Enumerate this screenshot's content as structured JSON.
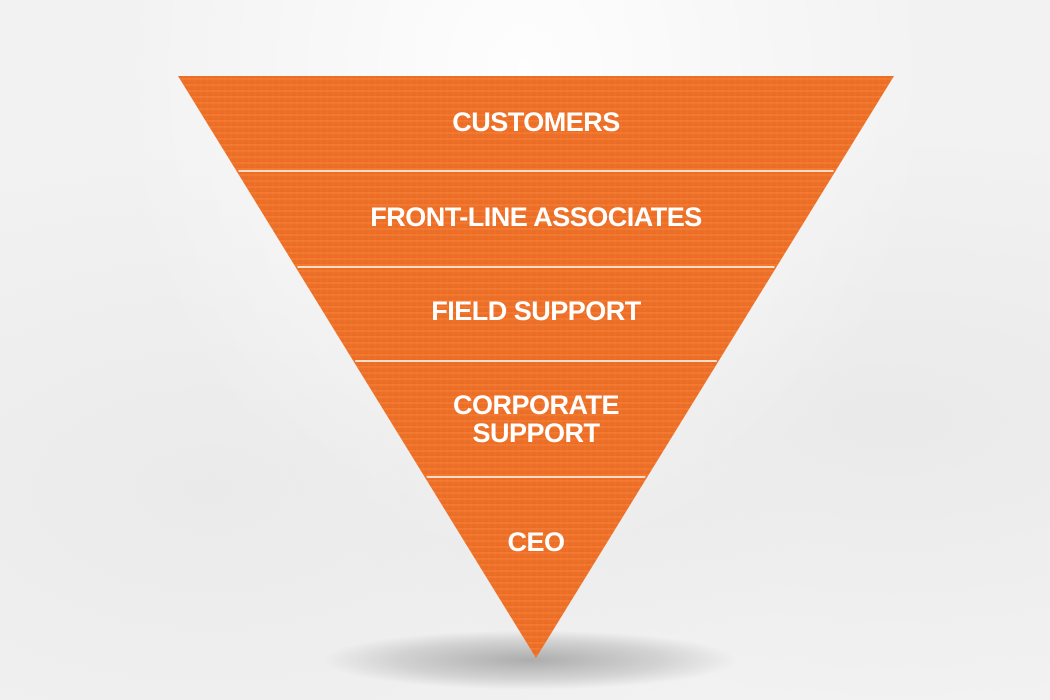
{
  "diagram": {
    "colors": {
      "fill": "#f07028",
      "fill_dark": "#e0621d",
      "divider": "#ffffff",
      "label": "#ffffff"
    },
    "tiers": [
      {
        "lines": [
          "CUSTOMERS"
        ]
      },
      {
        "lines": [
          "FRONT-LINE ASSOCIATES"
        ]
      },
      {
        "lines": [
          "FIELD SUPPORT"
        ]
      },
      {
        "lines": [
          "CORPORATE",
          "SUPPORT"
        ]
      },
      {
        "lines": [
          "CEO"
        ]
      }
    ]
  }
}
